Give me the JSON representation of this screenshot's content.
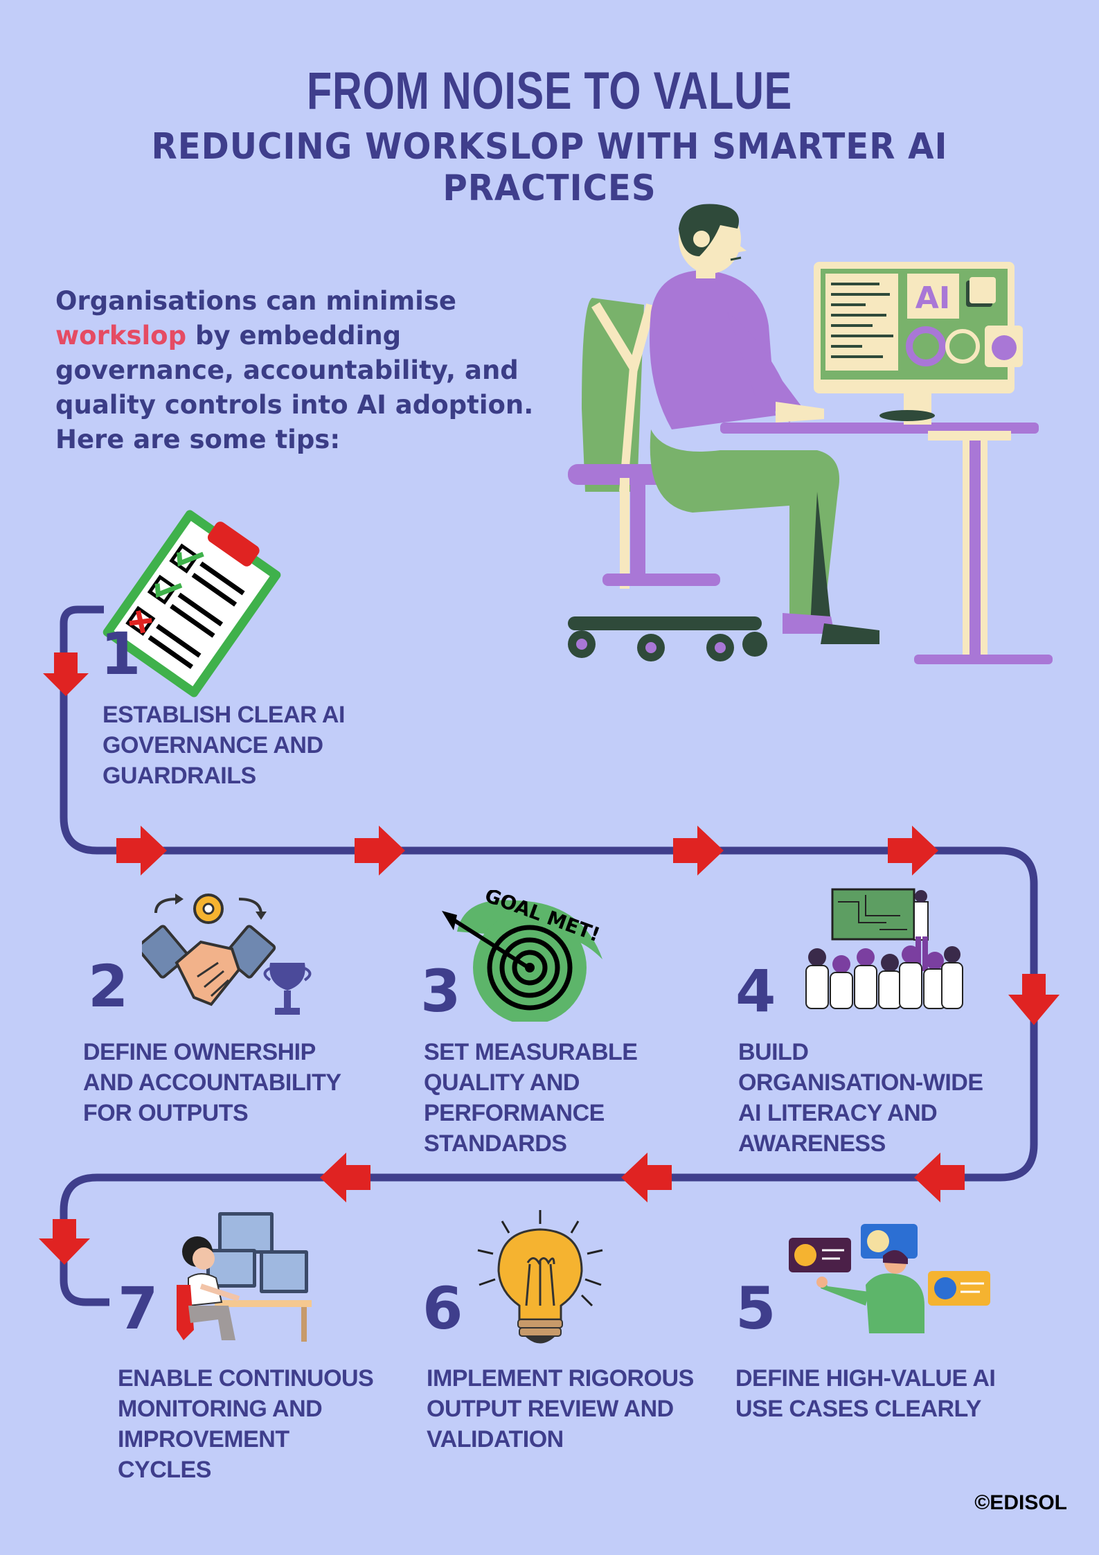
{
  "header": {
    "title": "FROM NOISE TO VALUE",
    "subtitle": "REDUCING WORKSLOP WITH SMARTER AI PRACTICES"
  },
  "intro": {
    "line_start": "Organisations can minimise",
    "highlight": "workslop",
    "rest": "by embedding governance, accountability, and quality controls into AI adoption. Here are some tips:"
  },
  "colors": {
    "background": "#c2cdf9",
    "text": "#3f3e8c",
    "accent": "#e54b63",
    "arrow": "#e02322",
    "path": "#3f3e8c"
  },
  "steps": [
    {
      "number": "1",
      "text": "ESTABLISH CLEAR AI\nGOVERNANCE AND\nGUARDRAILS",
      "icon": "clipboard-checklist-icon"
    },
    {
      "number": "2",
      "text": "DEFINE OWNERSHIP\nAND ACCOUNTABILITY\nFOR OUTPUTS",
      "icon": "handshake-icon"
    },
    {
      "number": "3",
      "text": "SET MEASURABLE\nQUALITY AND\nPERFORMANCE\nSTANDARDS",
      "icon": "target-icon"
    },
    {
      "number": "4",
      "text": "BUILD\nORGANISATION-WIDE\nAI LITERACY AND\nAWARENESS",
      "icon": "training-group-icon"
    },
    {
      "number": "5",
      "text": "DEFINE HIGH-VALUE AI\nUSE CASES CLEARLY",
      "icon": "chat-profiles-icon"
    },
    {
      "number": "6",
      "text": "IMPLEMENT RIGOROUS\nOUTPUT REVIEW AND\nVALIDATION",
      "icon": "lightbulb-icon"
    },
    {
      "number": "7",
      "text": "ENABLE CONTINUOUS\nMONITORING AND\nIMPROVEMENT\nCYCLES",
      "icon": "monitoring-desk-icon"
    }
  ],
  "illustration": {
    "screen_label": "AI",
    "target_label": "GOAL MET!"
  },
  "footer": {
    "credit": "©EDISOL"
  }
}
